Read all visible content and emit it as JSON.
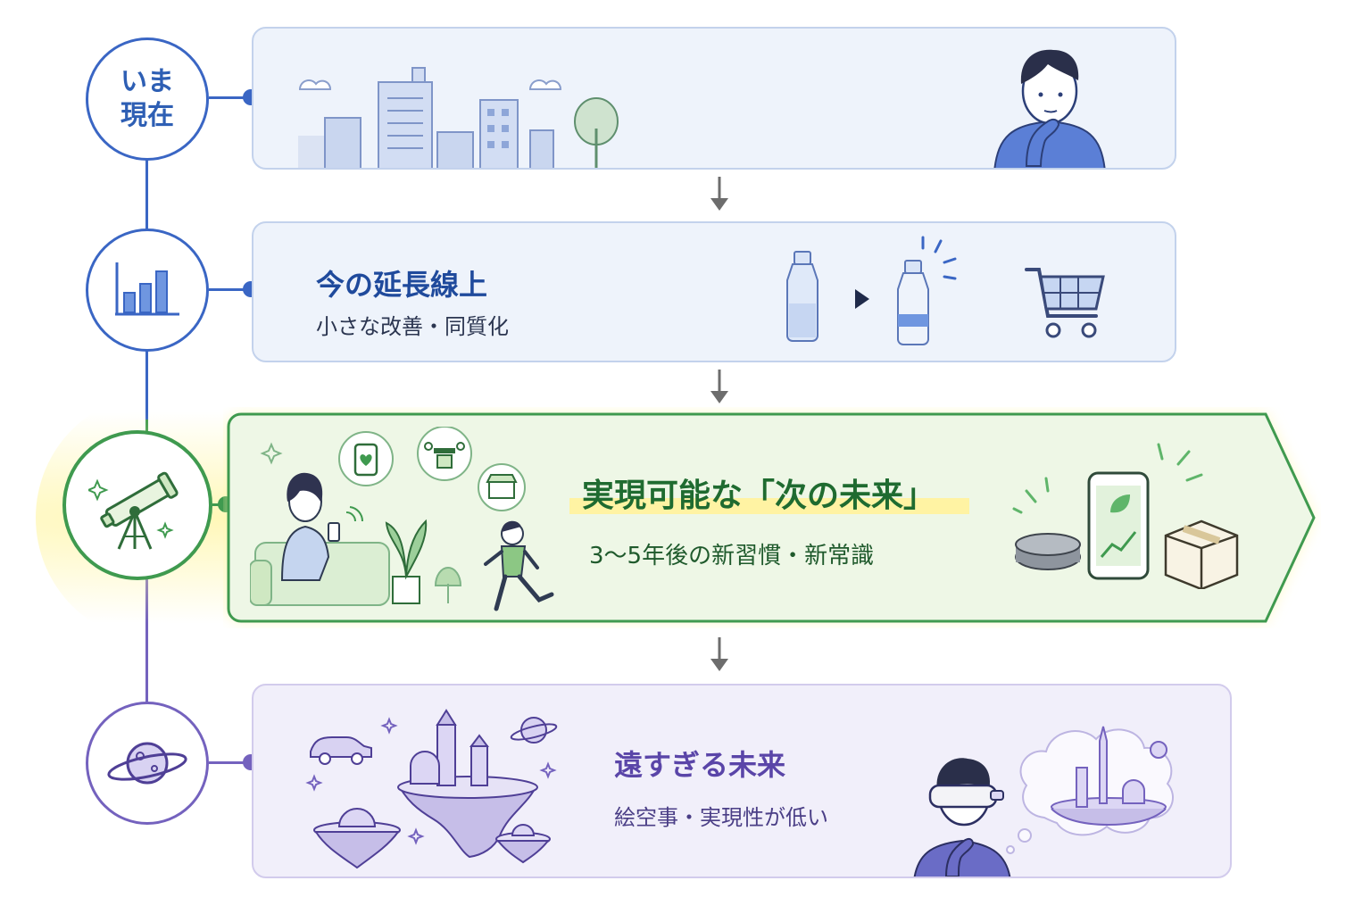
{
  "stages": [
    {
      "id": "now",
      "label_line1": "いま",
      "label_line2": "現在"
    },
    {
      "id": "extension",
      "title": "今の延長線上",
      "subtitle": "小さな改善・同質化",
      "icon": "bar-chart-icon"
    },
    {
      "id": "next-future",
      "title": "実現可能な「次の未来」",
      "subtitle": "3～5年後の新習慣・新常識",
      "icon": "telescope-icon"
    },
    {
      "id": "far-future",
      "title": "遠すぎる未来",
      "subtitle": "絵空事・実現性が低い",
      "icon": "planet-icon"
    }
  ],
  "colors": {
    "blue": "#3a66c4",
    "blue_card_bg": "#eef3fb",
    "green": "#3f9a4f",
    "green_card_bg": "#eef7e6",
    "purple": "#7462be",
    "purple_card_bg": "#f1effa",
    "title_blue": "#1f4a9c",
    "title_green": "#1f6b30",
    "title_purple": "#5a45a8",
    "highlight_yellow": "#fff3a3"
  }
}
